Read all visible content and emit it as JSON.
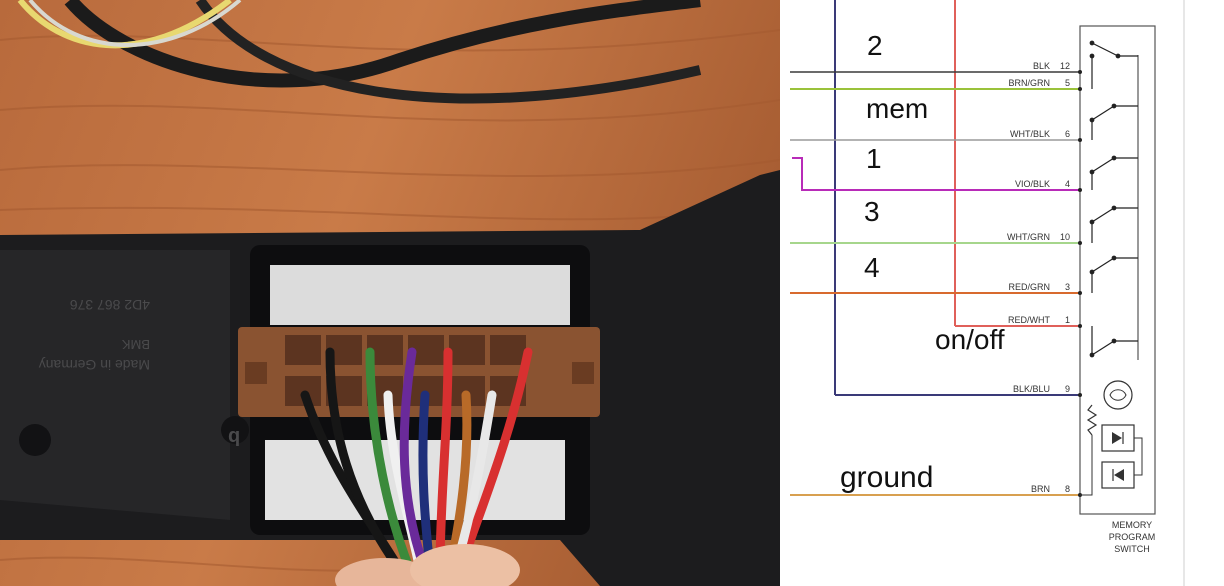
{
  "photo": {
    "connector_marking": "4D2 867 376",
    "made_in": "Made in Germany",
    "bmk": "BMK",
    "letter": "q"
  },
  "wires": [
    {
      "label": "BLK",
      "pin": "12",
      "color": "#3a3a3a"
    },
    {
      "label": "BRN/GRN",
      "pin": "5",
      "color": "#9ac23a"
    },
    {
      "label": "WHT/BLK",
      "pin": "6",
      "color": "#9a9a9a"
    },
    {
      "label": "VIO/BLK",
      "pin": "4",
      "color": "#b82bb8"
    },
    {
      "label": "WHT/GRN",
      "pin": "10",
      "color": "#a6d68c"
    },
    {
      "label": "RED/GRN",
      "pin": "3",
      "color": "#d86a2e"
    },
    {
      "label": "RED/WHT",
      "pin": "1",
      "color": "#e0605a"
    },
    {
      "label": "BLK/BLU",
      "pin": "9",
      "color": "#3a3a78"
    },
    {
      "label": "BRN",
      "pin": "8",
      "color": "#d8a050"
    }
  ],
  "annotations": {
    "n2": "2",
    "mem": "mem",
    "n1": "1",
    "n3": "3",
    "n4": "4",
    "onoff": "on/off",
    "ground": "ground"
  },
  "switch_label": [
    "MEMORY",
    "PROGRAM",
    "SWITCH"
  ]
}
